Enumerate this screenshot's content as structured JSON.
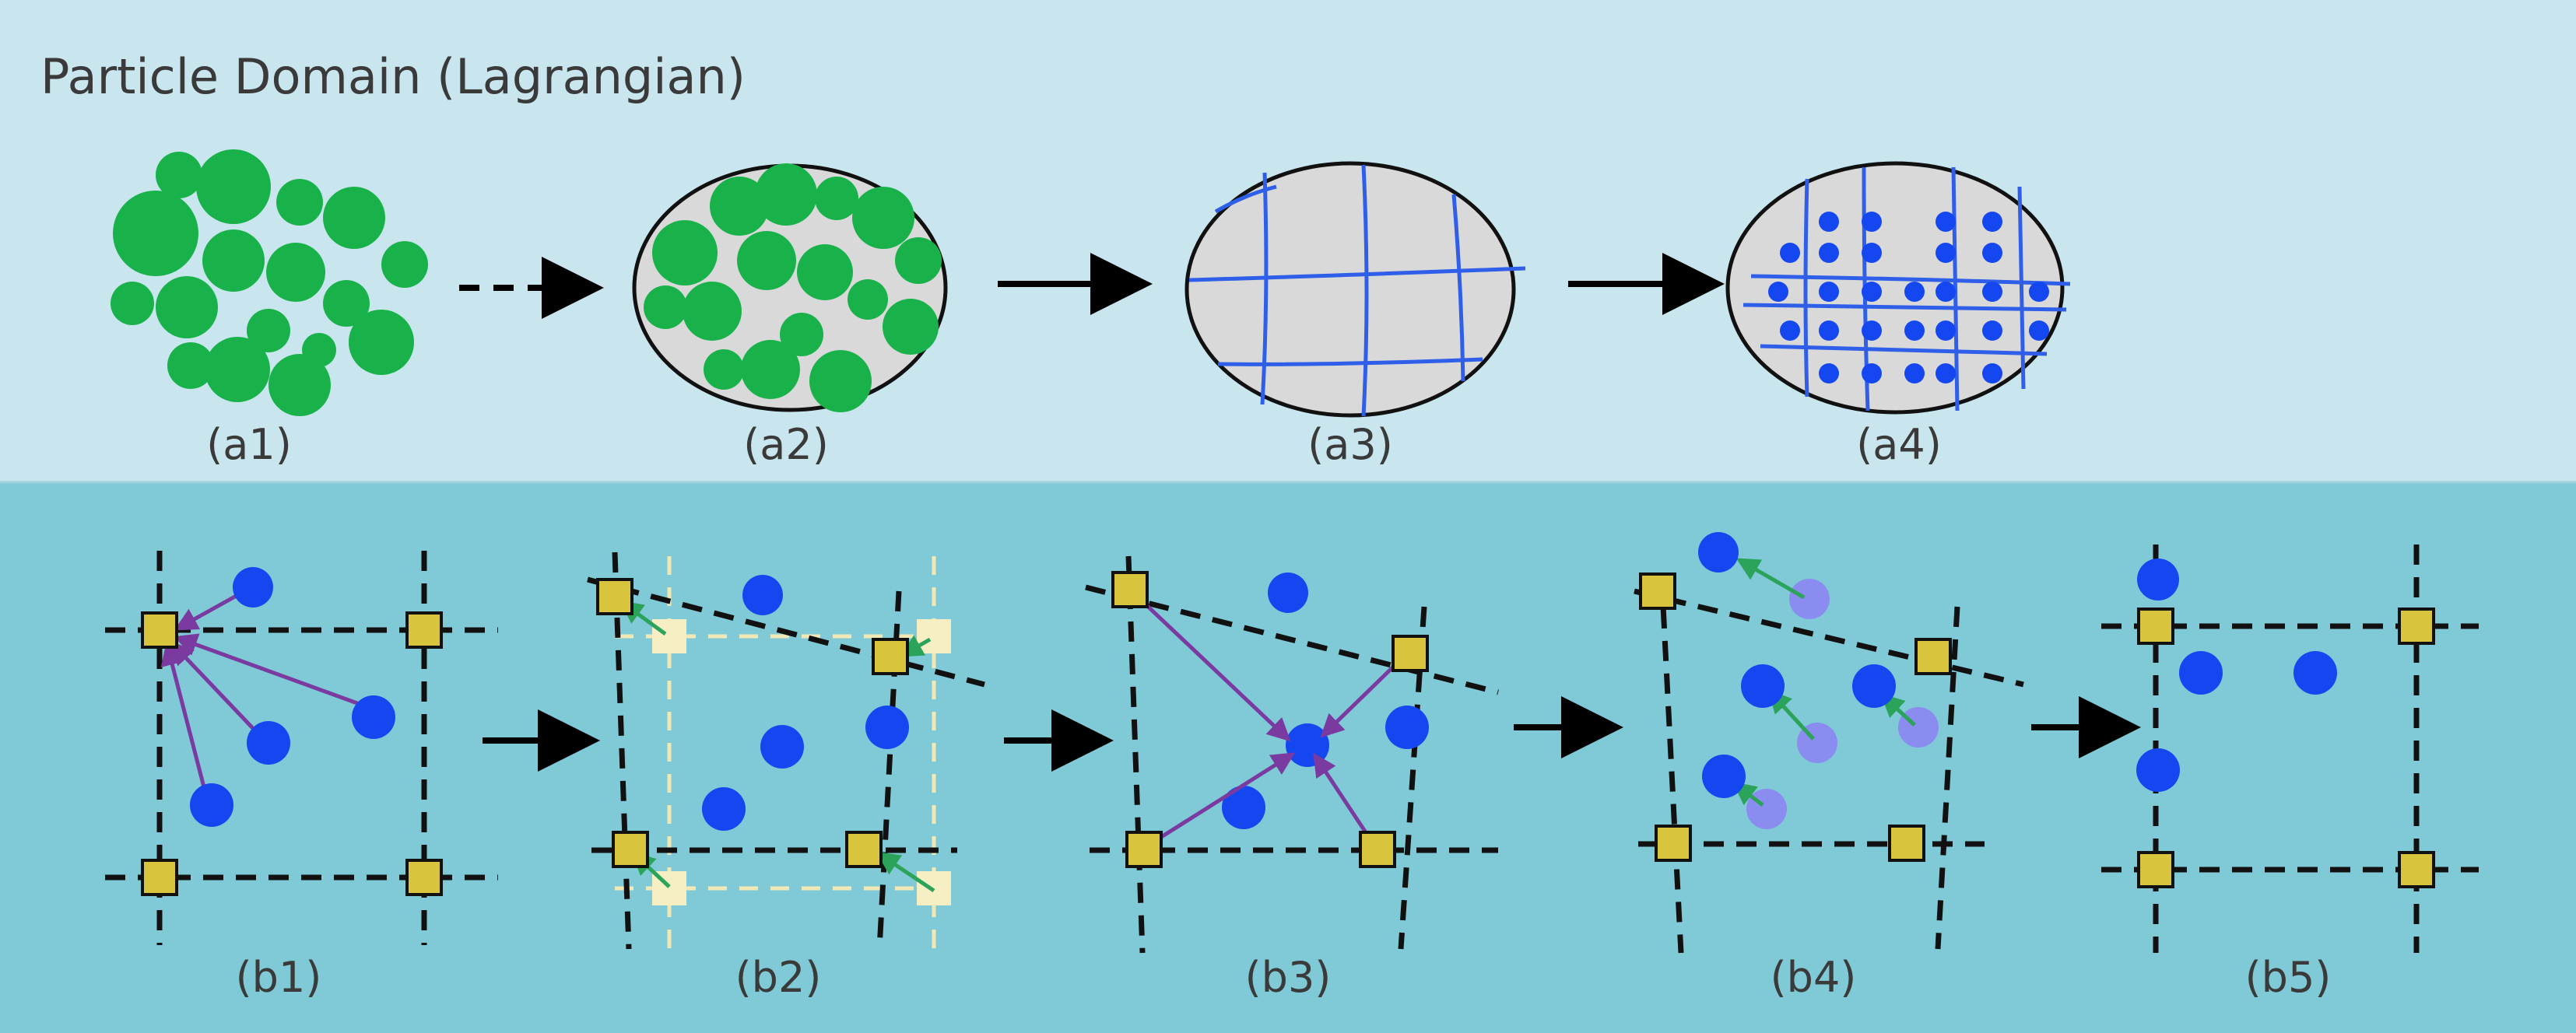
{
  "title": "Particle Domain (Lagrangian)",
  "captions": {
    "a1": "(a1)",
    "a2": "(a2)",
    "a3": "(a3)",
    "a4": "(a4)",
    "b1": "(b1)",
    "b2": "(b2)",
    "b3": "(b3)",
    "b4": "(b4)",
    "b5": "(b5)"
  },
  "colors": {
    "top_band": "#c9e6ef",
    "bottom_band": "#7fcad6",
    "material_point": "#1447f0",
    "grid_node": "#d8c53d",
    "particle": "#19b24a",
    "mesh_line": "#2f5fe8"
  }
}
